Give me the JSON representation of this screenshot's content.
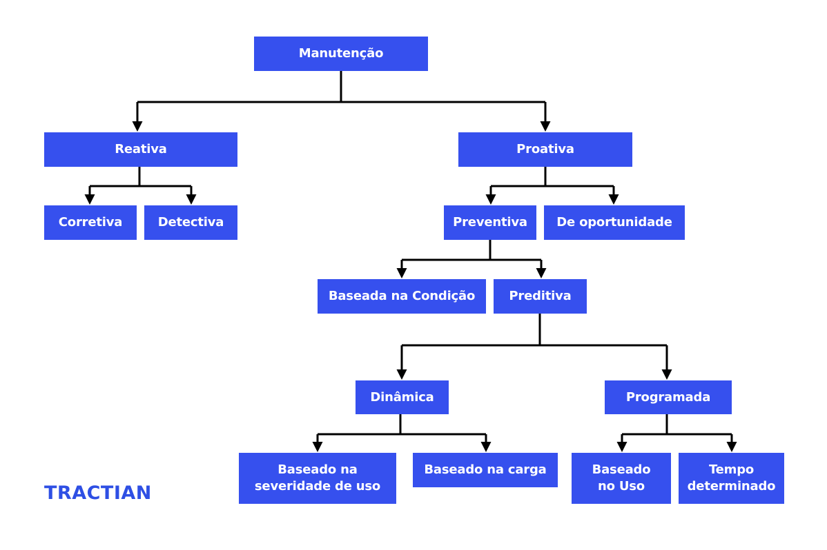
{
  "nodes": {
    "manutencao": "Manutenção",
    "reativa": "Reativa",
    "proativa": "Proativa",
    "corretiva": "Corretiva",
    "detectiva": "Detectiva",
    "preventiva": "Preventiva",
    "oportunidade": "De oportunidade",
    "condicao": "Baseada na Condição",
    "preditiva": "Preditiva",
    "dinamica": "Dinâmica",
    "programada": "Programada",
    "severidade": "Baseado na\nseveridade de uso",
    "carga": "Baseado na carga",
    "uso": "Baseado\nno Uso",
    "tempo": "Tempo\ndeterminado"
  },
  "logo": "TRACTIAN",
  "colors": {
    "node": "#3650ee",
    "text": "#ffffff",
    "line": "#000000",
    "logo": "#2e4fe4"
  }
}
